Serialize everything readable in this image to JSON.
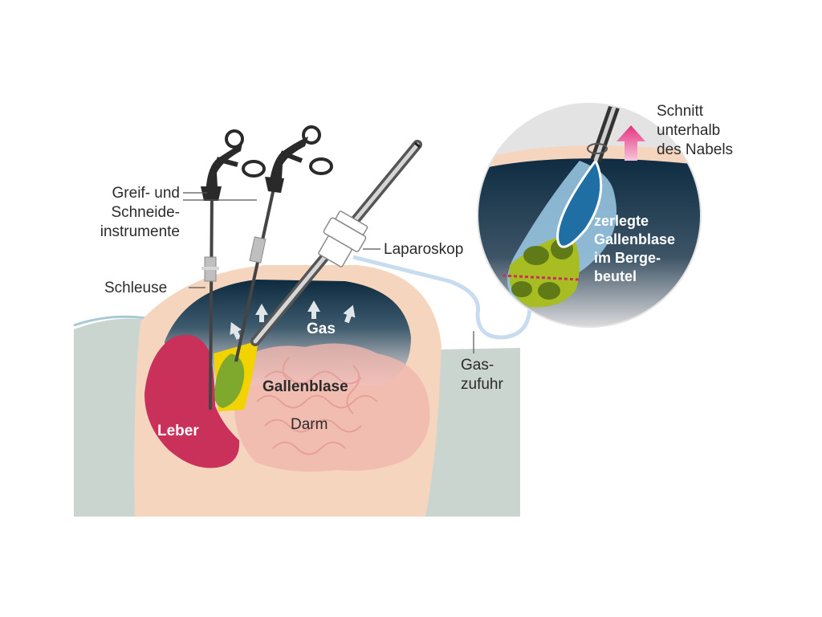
{
  "labels": {
    "instruments": "Greif- und\nSchneide-\ninstrumente",
    "sheath": "Schleuse",
    "laparoscope": "Laparoskop",
    "gas": "Gas",
    "gallbladder": "Gallenblase",
    "liver": "Leber",
    "bowel": "Darm",
    "gas_supply": "Gas-\nzufuhr",
    "incision": "Schnitt\nunterhalb\ndes Nabels",
    "bag": "zerlegte\nGallenblase\nim Berge-\nbeutel"
  },
  "colors": {
    "liver": "#c9315a",
    "gallbladder": "#7fa92c",
    "skin": "#f6d5bf",
    "cavity_dark": "#0f2f45",
    "body_gray": "#cbd5d0",
    "arrow_pink": "#e4317f",
    "gas_tube": "#c7dcef"
  }
}
